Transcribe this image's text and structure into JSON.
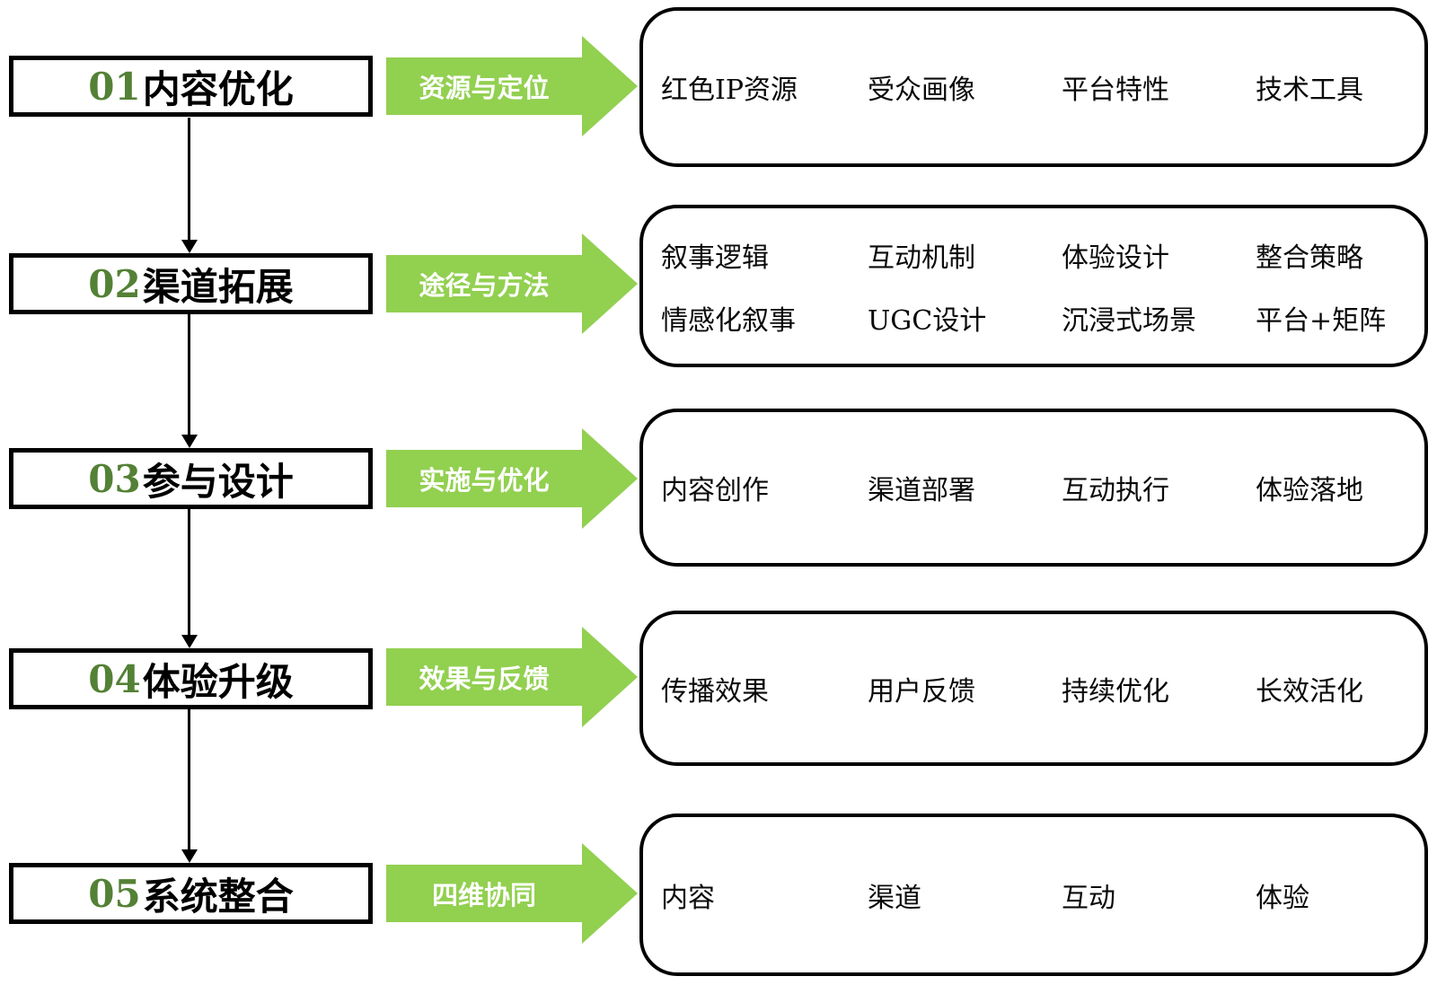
{
  "colors": {
    "arrow_green": "#92D050",
    "stage_number_green": "#538135",
    "outline_black": "#000000",
    "label_white": "#FFFFFF"
  },
  "stages": [
    {
      "num": "01",
      "title": "内容优化",
      "arrow_label": "资源与定位",
      "items": [
        [
          "红色IP资源",
          "受众画像",
          "平台特性",
          "技术工具"
        ]
      ]
    },
    {
      "num": "02",
      "title": "渠道拓展",
      "arrow_label": "途径与方法",
      "items": [
        [
          "叙事逻辑",
          "互动机制",
          "体验设计",
          "整合策略"
        ],
        [
          "情感化叙事",
          "UGC设计",
          "沉浸式场景",
          "平台+矩阵"
        ]
      ]
    },
    {
      "num": "03",
      "title": "参与设计",
      "arrow_label": "实施与优化",
      "items": [
        [
          "内容创作",
          "渠道部署",
          "互动执行",
          "体验落地"
        ]
      ]
    },
    {
      "num": "04",
      "title": "体验升级",
      "arrow_label": "效果与反馈",
      "items": [
        [
          "传播效果",
          "用户反馈",
          "持续优化",
          "长效活化"
        ]
      ]
    },
    {
      "num": "05",
      "title": "系统整合",
      "arrow_label": "四维协同",
      "items": [
        [
          "内容",
          "渠道",
          "互动",
          "体验"
        ]
      ]
    }
  ]
}
